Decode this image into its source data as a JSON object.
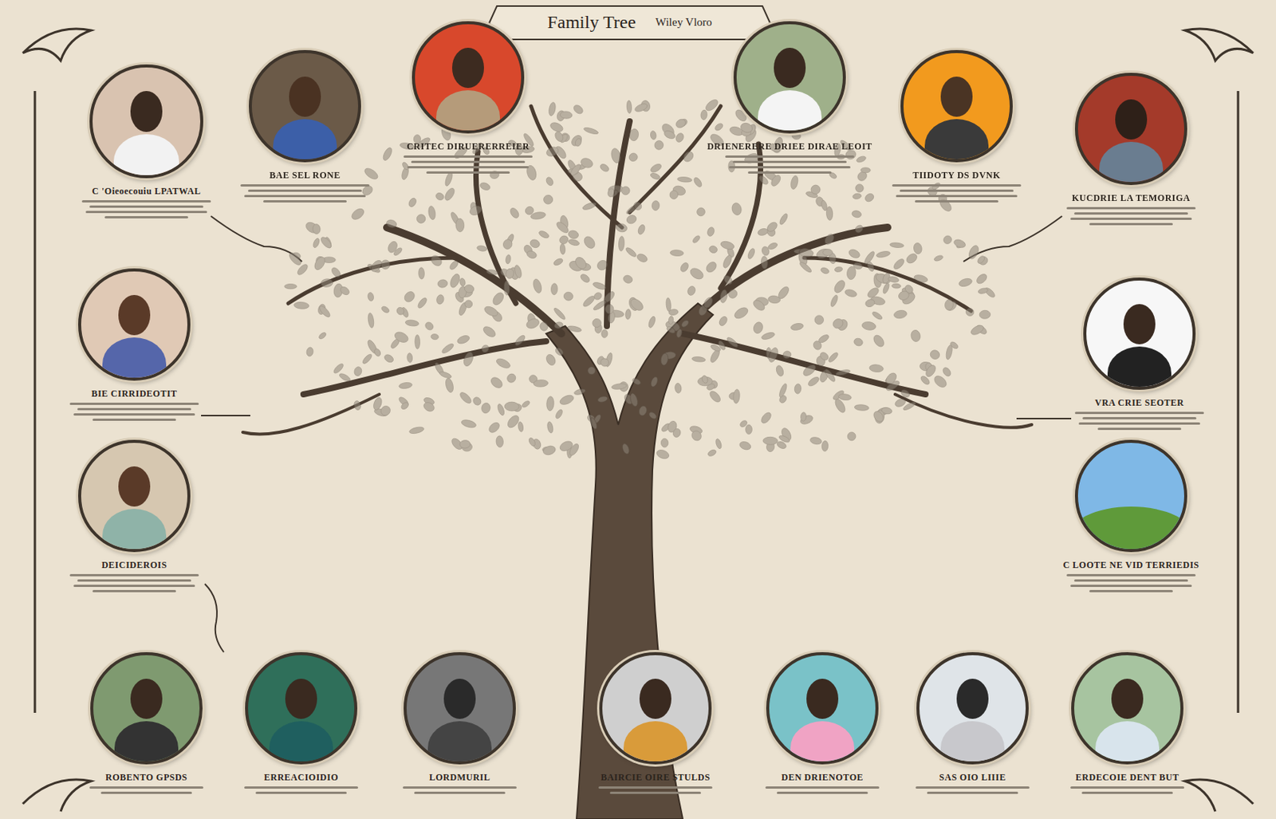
{
  "diagram": {
    "title": "Family Tree",
    "nodes": [
      {
        "text": [
          "C 'Oieoecouiu LPATWAL"
        ]
      },
      {
        "text": [
          "BAE SEL RONE"
        ]
      },
      {
        "text": [
          "CRITEC DIRUERERREIER"
        ]
      },
      {
        "text": [
          "DRIENERERE DRIEE DIRAE LEOIT"
        ]
      },
      {
        "text": [
          "TIIDOTY DS DVNK"
        ]
      },
      {
        "text": [
          "KUCDRIE LA TEMORIGA"
        ]
      },
      {
        "text": [
          "BIE CIRRIDEOTIT"
        ]
      },
      {
        "text": [
          "VRA CRIE SEOTER"
        ]
      },
      {
        "text": [
          "DEICIDEROIS"
        ]
      },
      {
        "text": [
          "C LOOTE NE VID TERRIEDIS"
        ]
      },
      {
        "text": [
          "ROBENTO GPSDS"
        ]
      },
      {
        "text": [
          "ERREACIOIDIO"
        ]
      },
      {
        "text": [
          "LORDMURIL"
        ]
      },
      {
        "text": [
          "BAIRCIE OIRE STULDS"
        ]
      },
      {
        "text": [
          "DEN DRIENOTOE"
        ]
      },
      {
        "text": [
          "SAS OIO LIIIE"
        ]
      },
      {
        "text": [
          "ERDECOIE DENT BUT"
        ]
      }
    ],
    "labels": [
      "Wiley Vloro"
    ]
  }
}
